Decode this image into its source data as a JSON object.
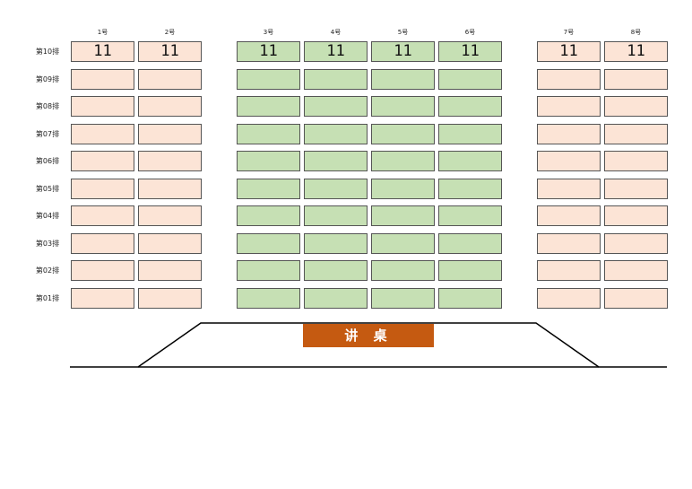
{
  "columns": [
    "1号",
    "2号",
    "3号",
    "4号",
    "5号",
    "6号",
    "7号",
    "8号"
  ],
  "rows": [
    "第10排",
    "第09排",
    "第08排",
    "第07排",
    "第06排",
    "第05排",
    "第04排",
    "第03排",
    "第02排",
    "第01排"
  ],
  "seats": [
    [
      "11",
      "11",
      "11",
      "11",
      "11",
      "11",
      "11",
      "11"
    ],
    [
      "",
      "",
      "",
      "",
      "",
      "",
      "",
      ""
    ],
    [
      "",
      "",
      "",
      "",
      "",
      "",
      "",
      ""
    ],
    [
      "",
      "",
      "",
      "",
      "",
      "",
      "",
      ""
    ],
    [
      "",
      "",
      "",
      "",
      "",
      "",
      "",
      ""
    ],
    [
      "",
      "",
      "",
      "",
      "",
      "",
      "",
      ""
    ],
    [
      "",
      "",
      "",
      "",
      "",
      "",
      "",
      ""
    ],
    [
      "",
      "",
      "",
      "",
      "",
      "",
      "",
      ""
    ],
    [
      "",
      "",
      "",
      "",
      "",
      "",
      "",
      ""
    ],
    [
      "",
      "",
      "",
      "",
      "",
      "",
      "",
      ""
    ]
  ],
  "column_colors": [
    "pink",
    "pink",
    "green",
    "green",
    "green",
    "green",
    "pink",
    "pink"
  ],
  "colors": {
    "pink": "#fce4d6",
    "green": "#c6e0b4",
    "desk": "#c55a11"
  },
  "desk_label": "讲 桌"
}
